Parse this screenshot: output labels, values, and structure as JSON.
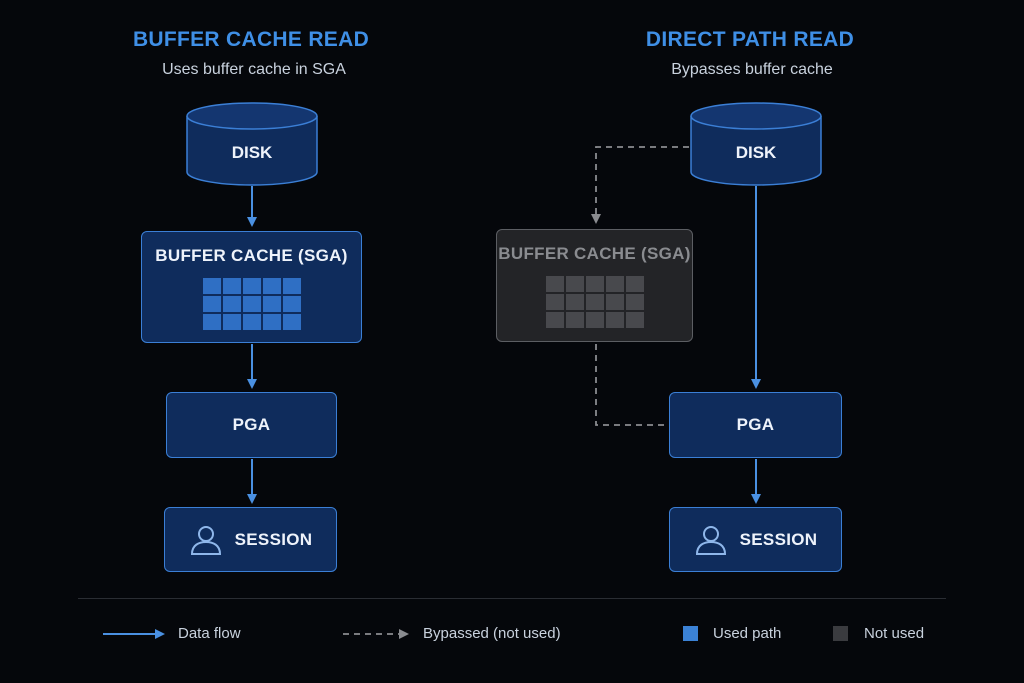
{
  "left_panel": {
    "title": "BUFFER CACHE READ",
    "subtitle": "Uses buffer cache in SGA",
    "disk": "DISK",
    "cache": "BUFFER CACHE (SGA)",
    "pga": "PGA",
    "session": "SESSION"
  },
  "right_panel": {
    "title": "DIRECT PATH READ",
    "subtitle": "Bypasses buffer cache",
    "disk": "DISK",
    "cache": "BUFFER CACHE (SGA)",
    "pga": "PGA",
    "session": "SESSION"
  },
  "legend": {
    "data_flow": "Data flow",
    "bypassed": "Bypassed (not used)",
    "used_path": "Used path",
    "not_used": "Not used"
  },
  "colors": {
    "accent": "#3f8fe6",
    "used_fill": "#0f2c5c",
    "not_used_fill": "#3a3b3f",
    "background": "#05070b"
  },
  "icons": [
    "database-icon",
    "grid-icon",
    "user-icon",
    "arrow-right-icon",
    "dashed-arrow-icon"
  ]
}
